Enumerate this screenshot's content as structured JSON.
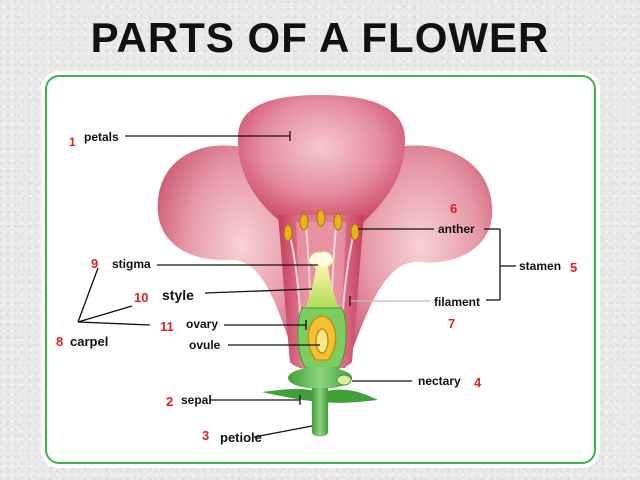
{
  "title": "PARTS OF A FLOWER",
  "labels": {
    "petals": "petals",
    "anther": "anther",
    "stamen": "stamen",
    "stigma": "stigma",
    "style": "style",
    "ovary": "ovary",
    "ovule": "ovule",
    "filament": "filament",
    "carpel": "carpel",
    "nectary": "nectary",
    "sepal": "sepal",
    "petiole": "petiole"
  },
  "numbers": {
    "petals": "1",
    "sepal": "2",
    "petiole": "3",
    "nectary": "4",
    "stamen": "5",
    "anther": "6",
    "filament": "7",
    "carpel": "8",
    "stigma": "9",
    "style": "10",
    "ovary": "11"
  },
  "colors": {
    "panel_border": "#39b54a",
    "petal": "#d9607a",
    "petal_light": "#f5c2c8",
    "stem": "#5cbf5a",
    "number": "#e02020"
  }
}
